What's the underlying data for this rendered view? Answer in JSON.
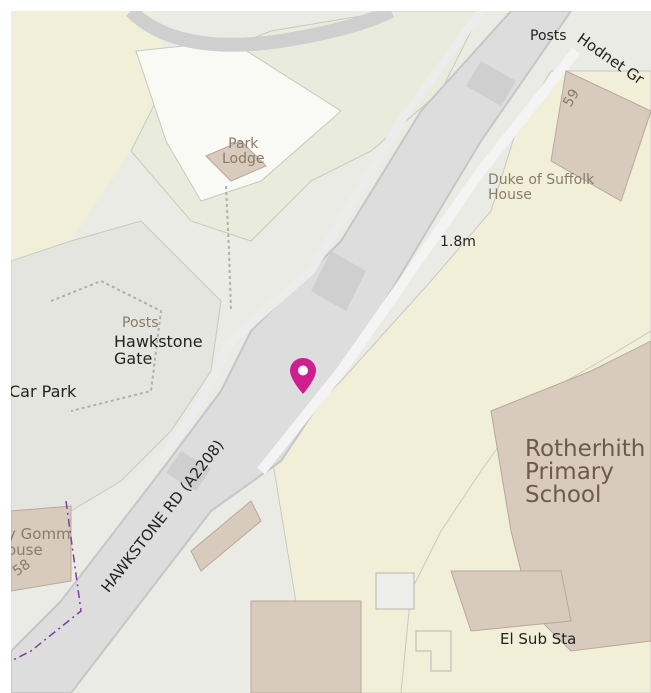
{
  "colors": {
    "background": "#ebebe6",
    "park_yellow": "#f2efd9",
    "green_area": "#e9ecdc",
    "building": "#d8cbbd",
    "road": "#dddddd",
    "road_edge": "#c9c9c9",
    "marker": "#cf1f8f",
    "boundary": "#7a3fa0"
  },
  "marker": {
    "icon": "map-pin-icon"
  },
  "labels": {
    "hodnet_grove": "Hodnet Gr",
    "posts_top": "Posts",
    "house_59": "59",
    "park_lodge": [
      "Park",
      "Lodge"
    ],
    "duke_of_suffolk": [
      "Duke of Suffolk",
      "House"
    ],
    "width_1_8m": "1.8m",
    "posts_mid": "Posts",
    "hawkstone_gate": [
      "Hawkstone",
      "Gate"
    ],
    "car_park": "Car Park",
    "school": [
      "Rotherhith",
      "Primary",
      "School"
    ],
    "road_name": "HAWKSTONE RD (A2208)",
    "gomm_house": [
      "y Gomm",
      "ouse"
    ],
    "house_58": "58",
    "el_sub_sta": "El Sub Sta"
  }
}
